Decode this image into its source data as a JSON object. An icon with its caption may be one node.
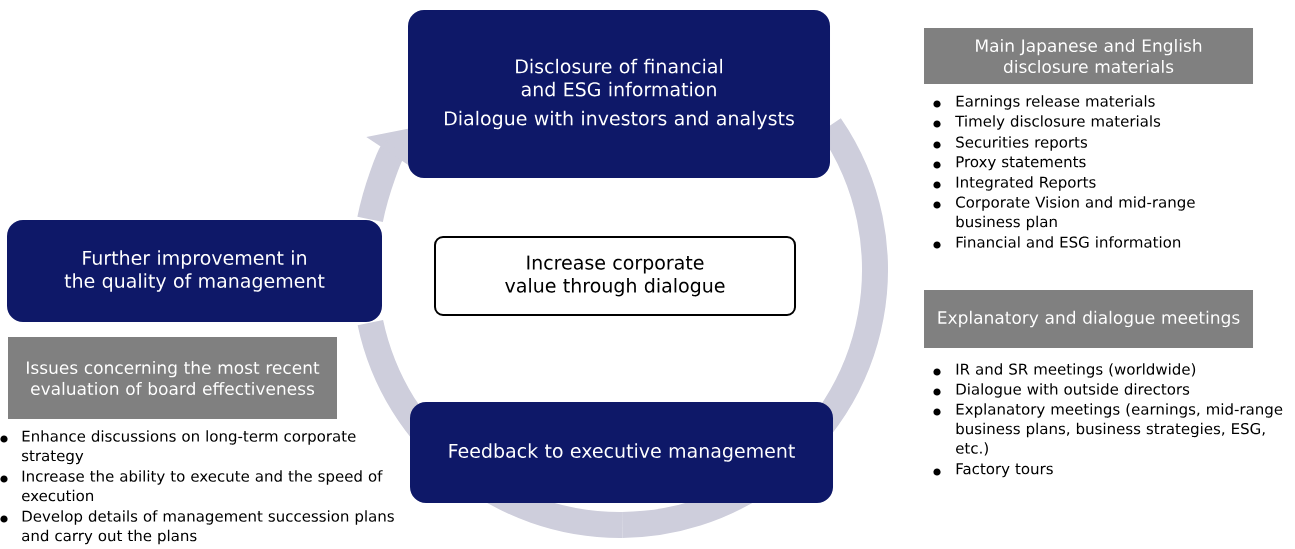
{
  "diagram": {
    "nodes": [
      {
        "text": [
          "Disclosure of financial and ESG information",
          "Dialogue with investors and analysts"
        ]
      },
      {
        "text": [
          "Further improvement in the quality of management"
        ]
      },
      {
        "text": [
          "Increase corporate value through dialogue"
        ]
      },
      {
        "text": [
          "Feedback to executive management"
        ]
      },
      {
        "text": [
          "Main Japanese and English disclosure materials"
        ],
        "beside": [
          "Earnings release materials",
          "Timely disclosure materials",
          "Securities reports",
          "Proxy statements",
          "Integrated Reports",
          "Corporate Vision and mid-range business plan",
          "Financial and ESG information"
        ]
      },
      {
        "text": [
          "Explanatory and dialogue meetings"
        ],
        "beside": [
          "IR and SR meetings (worldwide)",
          "Dialogue with outside directors",
          "Explanatory meetings (earnings, mid-range business plans, business strategies, ESG, etc.)",
          "Factory tours"
        ]
      },
      {
        "text": [
          "Issues concerning the most recent evaluation of board effectiveness"
        ],
        "beside": [
          "Enhance discussions on long-term corporate strategy",
          "Increase the ability to execute and the speed of execution",
          "Develop details of management succession plans and carry out the plans"
        ]
      }
    ],
    "edges": [
      {
        "from": 0,
        "to": 3,
        "arrow": "none"
      },
      {
        "from": 3,
        "to": 1,
        "arrow": "none"
      },
      {
        "from": 1,
        "to": 0,
        "arrow": "to"
      }
    ]
  }
}
